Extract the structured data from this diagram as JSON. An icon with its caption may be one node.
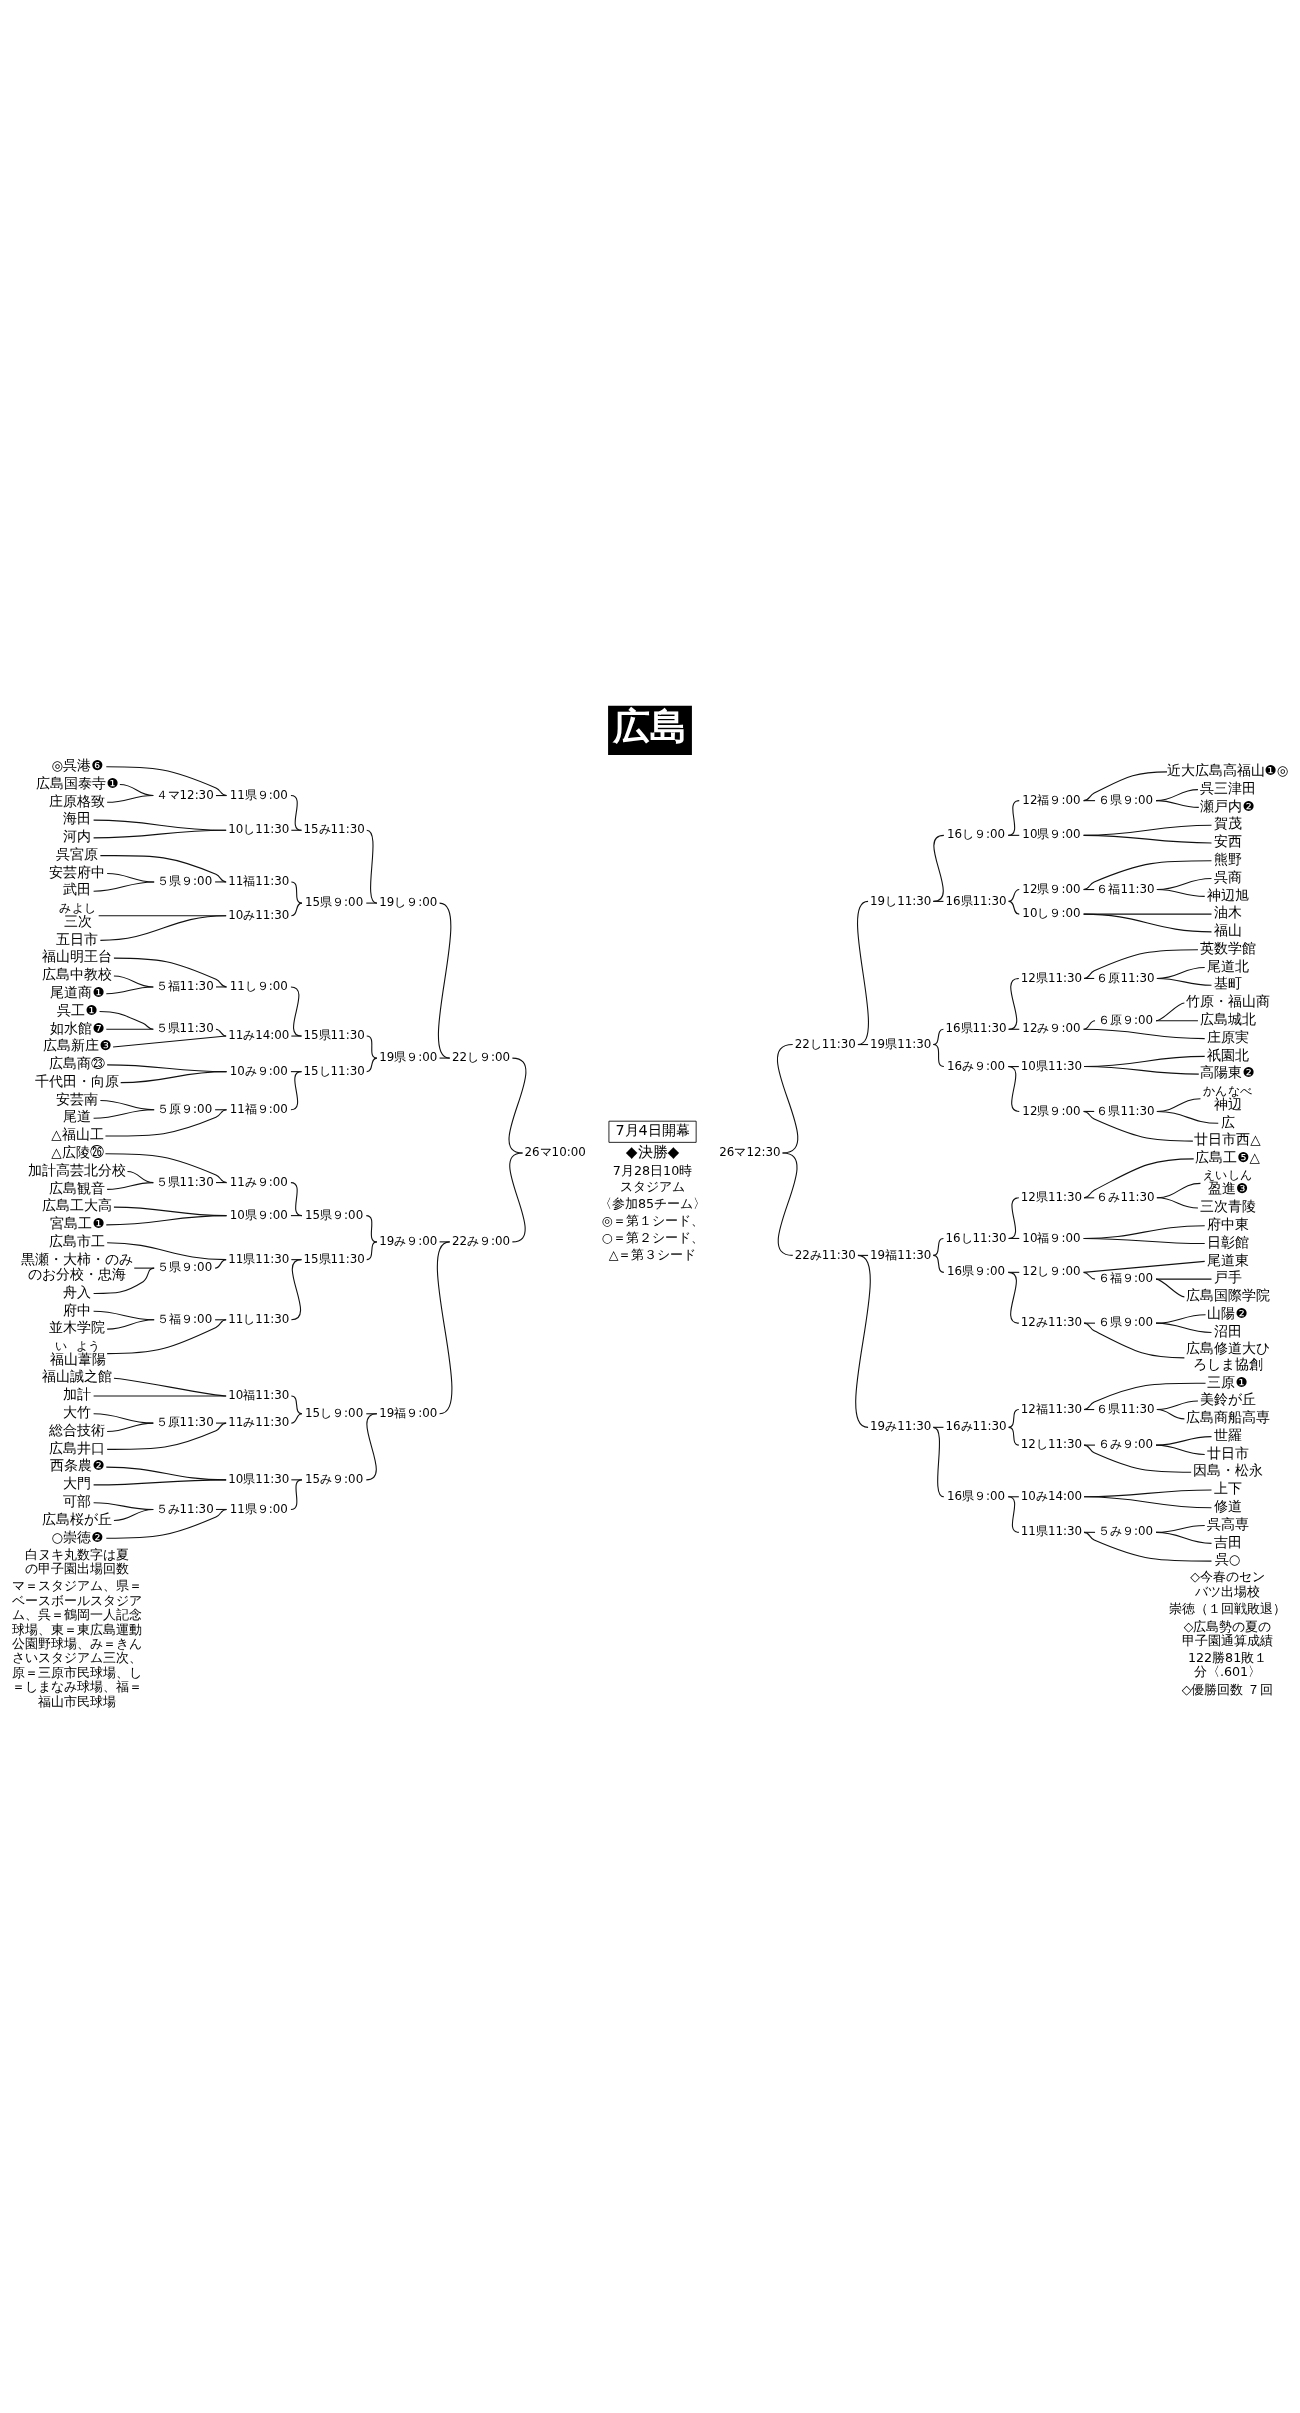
{
  "diagram": {
    "title": "広島",
    "nodes": [
      {
        "text": [
          "7月4日開幕"
        ]
      },
      {
        "text": [
          "◎呉港❻"
        ]
      },
      {
        "text": [
          "広島国泰寺❶"
        ]
      },
      {
        "text": [
          "庄原格致"
        ]
      },
      {
        "text": [
          "海田"
        ]
      },
      {
        "text": [
          "河内"
        ]
      },
      {
        "text": [
          "呉宮原"
        ]
      },
      {
        "text": [
          "安芸府中"
        ]
      },
      {
        "text": [
          "武田"
        ]
      },
      {
        "text": [
          "三次"
        ],
        "beside": [
          "み",
          "よし"
        ]
      },
      {
        "text": [
          "五日市"
        ]
      },
      {
        "text": [
          "福山明王台"
        ]
      },
      {
        "text": [
          "広島中教校"
        ]
      },
      {
        "text": [
          "尾道商❶"
        ]
      },
      {
        "text": [
          "呉工❶"
        ]
      },
      {
        "text": [
          "如水館❼"
        ]
      },
      {
        "text": [
          "広島新庄❸"
        ]
      },
      {
        "text": [
          "広島商㉓"
        ]
      },
      {
        "text": [
          "千代田・向原"
        ]
      },
      {
        "text": [
          "安芸南"
        ]
      },
      {
        "text": [
          "尾道"
        ]
      },
      {
        "text": [
          "△福山工"
        ]
      },
      {
        "text": [
          "△広陵㉖"
        ]
      },
      {
        "text": [
          "加計高芸北分校"
        ]
      },
      {
        "text": [
          "広島観音"
        ]
      },
      {
        "text": [
          "広島工大高"
        ]
      },
      {
        "text": [
          "宮島工❶"
        ]
      },
      {
        "text": [
          "広島市工"
        ]
      },
      {
        "text": [
          "黒瀬・大柿・のみのお分校・忠海"
        ]
      },
      {
        "text": [
          "舟入"
        ]
      },
      {
        "text": [
          "府中"
        ]
      },
      {
        "text": [
          "並木学院"
        ]
      },
      {
        "text": [
          "福山葦陽"
        ],
        "beside": [
          "い",
          "よう"
        ]
      },
      {
        "text": [
          "福山誠之館"
        ]
      },
      {
        "text": [
          "加計"
        ]
      },
      {
        "text": [
          "大竹"
        ]
      },
      {
        "text": [
          "総合技術"
        ]
      },
      {
        "text": [
          "広島井口"
        ]
      },
      {
        "text": [
          "西条農❷"
        ]
      },
      {
        "text": [
          "大門"
        ]
      },
      {
        "text": [
          "可部"
        ]
      },
      {
        "text": [
          "広島桜が丘"
        ]
      },
      {
        "text": [
          "○崇徳❷"
        ]
      },
      {
        "text": [
          "11県９:00"
        ]
      },
      {
        "text": [
          "４マ12:30"
        ]
      },
      {
        "text": [
          "15み11:30"
        ]
      },
      {
        "text": [
          "10し11:30"
        ]
      },
      {
        "text": [
          "19し９:00"
        ]
      },
      {
        "text": [
          "11福11:30"
        ]
      },
      {
        "text": [
          "５県９:00"
        ]
      },
      {
        "text": [
          "15県９:00"
        ]
      },
      {
        "text": [
          "10み11:30"
        ]
      },
      {
        "text": [
          "22し９:00"
        ]
      },
      {
        "text": [
          "11し９:00"
        ]
      },
      {
        "text": [
          "５福11:30"
        ]
      },
      {
        "text": [
          "15県11:30"
        ]
      },
      {
        "text": [
          "５県11:30"
        ]
      },
      {
        "text": [
          "11み14:00"
        ]
      },
      {
        "text": [
          "19県９:00"
        ]
      },
      {
        "text": [
          "10み９:00"
        ]
      },
      {
        "text": [
          "15し11:30"
        ]
      },
      {
        "text": [
          "５原９:00"
        ]
      },
      {
        "text": [
          "11福９:00"
        ]
      },
      {
        "text": [
          "26マ10:00"
        ]
      },
      {
        "text": [
          "11み９:00"
        ]
      },
      {
        "text": [
          "５県11:30"
        ]
      },
      {
        "text": [
          "15県９:00"
        ]
      },
      {
        "text": [
          "10県９:00"
        ]
      },
      {
        "text": [
          "19み９:00"
        ]
      },
      {
        "text": [
          "11県11:30"
        ]
      },
      {
        "text": [
          "５県９:00"
        ]
      },
      {
        "text": [
          "15県11:30"
        ]
      },
      {
        "text": [
          "５福９:00"
        ]
      },
      {
        "text": [
          "11し11:30"
        ]
      },
      {
        "text": [
          "22み９:00"
        ]
      },
      {
        "text": [
          "10福11:30"
        ]
      },
      {
        "text": [
          "15し９:00"
        ]
      },
      {
        "text": [
          "５原11:30"
        ]
      },
      {
        "text": [
          "11み11:30"
        ]
      },
      {
        "text": [
          "19福９:00"
        ]
      },
      {
        "text": [
          "10県11:30"
        ]
      },
      {
        "text": [
          "15み９:00"
        ]
      },
      {
        "text": [
          "５み11:30"
        ]
      },
      {
        "text": [
          "11県９:00"
        ]
      },
      {
        "text": [
          "近大広島高福山❶◎"
        ]
      },
      {
        "text": [
          "呉三津田"
        ]
      },
      {
        "text": [
          "瀬戸内❷"
        ]
      },
      {
        "text": [
          "賀茂"
        ]
      },
      {
        "text": [
          "安西"
        ]
      },
      {
        "text": [
          "熊野"
        ]
      },
      {
        "text": [
          "呉商"
        ]
      },
      {
        "text": [
          "神辺旭"
        ]
      },
      {
        "text": [
          "油木"
        ]
      },
      {
        "text": [
          "福山"
        ]
      },
      {
        "text": [
          "英数学館"
        ]
      },
      {
        "text": [
          "尾道北"
        ]
      },
      {
        "text": [
          "基町"
        ]
      },
      {
        "text": [
          "竹原・福山商"
        ]
      },
      {
        "text": [
          "広島城北"
        ]
      },
      {
        "text": [
          "庄原実"
        ]
      },
      {
        "text": [
          "祇園北"
        ]
      },
      {
        "text": [
          "高陽東❷"
        ]
      },
      {
        "text": [
          "神辺"
        ],
        "beside": [
          "かん",
          "なべ"
        ]
      },
      {
        "text": [
          "広"
        ]
      },
      {
        "text": [
          "廿日市西△"
        ]
      },
      {
        "text": [
          "広島工❺△"
        ]
      },
      {
        "text": [
          "盈進❸"
        ],
        "beside": [
          "えい",
          "しん"
        ]
      },
      {
        "text": [
          "三次青陵"
        ]
      },
      {
        "text": [
          "府中東"
        ]
      },
      {
        "text": [
          "日彰館"
        ]
      },
      {
        "text": [
          "尾道東"
        ]
      },
      {
        "text": [
          "戸手"
        ]
      },
      {
        "text": [
          "広島国際学院"
        ]
      },
      {
        "text": [
          "山陽❷"
        ]
      },
      {
        "text": [
          "沼田"
        ]
      },
      {
        "text": [
          "広島修道大ひろしま協創"
        ]
      },
      {
        "text": [
          "三原❶"
        ]
      },
      {
        "text": [
          "美鈴が丘"
        ]
      },
      {
        "text": [
          "広島商船高専"
        ]
      },
      {
        "text": [
          "世羅"
        ]
      },
      {
        "text": [
          "廿日市"
        ]
      },
      {
        "text": [
          "因島・松永"
        ]
      },
      {
        "text": [
          "上下"
        ]
      },
      {
        "text": [
          "修道"
        ]
      },
      {
        "text": [
          "呉高専"
        ]
      },
      {
        "text": [
          "吉田"
        ]
      },
      {
        "text": [
          "呉○"
        ]
      },
      {
        "text": [
          "12福９:00"
        ]
      },
      {
        "text": [
          "６県９:00"
        ]
      },
      {
        "text": [
          "16し９:00"
        ]
      },
      {
        "text": [
          "10県９:00"
        ]
      },
      {
        "text": [
          "19し11:30"
        ]
      },
      {
        "text": [
          "12県９:00"
        ]
      },
      {
        "text": [
          "６福11:30"
        ]
      },
      {
        "text": [
          "16県11:30"
        ]
      },
      {
        "text": [
          "10し９:00"
        ]
      },
      {
        "text": [
          "22し11:30"
        ]
      },
      {
        "text": [
          "12県11:30"
        ]
      },
      {
        "text": [
          "６原11:30"
        ]
      },
      {
        "text": [
          "16県11:30"
        ]
      },
      {
        "text": [
          "６原９:00"
        ]
      },
      {
        "text": [
          "12み９:00"
        ]
      },
      {
        "text": [
          "19県11:30"
        ]
      },
      {
        "text": [
          "10県11:30"
        ]
      },
      {
        "text": [
          "16み９:00"
        ]
      },
      {
        "text": [
          "６県11:30"
        ]
      },
      {
        "text": [
          "12県９:00"
        ]
      },
      {
        "text": [
          "26マ12:30"
        ]
      },
      {
        "text": [
          "12県11:30"
        ]
      },
      {
        "text": [
          "６み11:30"
        ]
      },
      {
        "text": [
          "16し11:30"
        ]
      },
      {
        "text": [
          "10福９:00"
        ]
      },
      {
        "text": [
          "19福11:30"
        ]
      },
      {
        "text": [
          "12し９:00"
        ]
      },
      {
        "text": [
          "６福９:00"
        ]
      },
      {
        "text": [
          "16県９:00"
        ]
      },
      {
        "text": [
          "６県９:00"
        ]
      },
      {
        "text": [
          "12み11:30"
        ]
      },
      {
        "text": [
          "22み11:30"
        ]
      },
      {
        "text": [
          "12福11:30"
        ]
      },
      {
        "text": [
          "６県11:30"
        ]
      },
      {
        "text": [
          "16み11:30"
        ]
      },
      {
        "text": [
          "６み９:00"
        ]
      },
      {
        "text": [
          "12し11:30"
        ]
      },
      {
        "text": [
          "19み11:30"
        ]
      },
      {
        "text": [
          "10み14:00"
        ]
      },
      {
        "text": [
          "16県９:00"
        ]
      },
      {
        "text": [
          "５み９:00"
        ]
      },
      {
        "text": [
          "11県11:30"
        ]
      }
    ],
    "edges": [
      {
        "from": 1,
        "to": 43,
        "arrow": "none"
      },
      {
        "from": 2,
        "to": 44,
        "arrow": "none"
      },
      {
        "from": 3,
        "to": 44,
        "arrow": "none"
      },
      {
        "from": 44,
        "to": 43,
        "arrow": "none"
      },
      {
        "from": 43,
        "to": 45,
        "arrow": "none"
      },
      {
        "from": 4,
        "to": 46,
        "arrow": "none"
      },
      {
        "from": 5,
        "to": 46,
        "arrow": "none"
      },
      {
        "from": 46,
        "to": 45,
        "arrow": "none"
      },
      {
        "from": 45,
        "to": 47,
        "arrow": "none"
      },
      {
        "from": 6,
        "to": 48,
        "arrow": "none"
      },
      {
        "from": 7,
        "to": 49,
        "arrow": "none"
      },
      {
        "from": 8,
        "to": 49,
        "arrow": "none"
      },
      {
        "from": 49,
        "to": 48,
        "arrow": "none"
      },
      {
        "from": 48,
        "to": 50,
        "arrow": "none"
      },
      {
        "from": 9,
        "to": 51,
        "arrow": "none"
      },
      {
        "from": 10,
        "to": 51,
        "arrow": "none"
      },
      {
        "from": 51,
        "to": 50,
        "arrow": "none"
      },
      {
        "from": 50,
        "to": 47,
        "arrow": "none"
      },
      {
        "from": 47,
        "to": 52,
        "arrow": "none"
      },
      {
        "from": 11,
        "to": 53,
        "arrow": "none"
      },
      {
        "from": 12,
        "to": 54,
        "arrow": "none"
      },
      {
        "from": 13,
        "to": 54,
        "arrow": "none"
      },
      {
        "from": 54,
        "to": 53,
        "arrow": "none"
      },
      {
        "from": 53,
        "to": 55,
        "arrow": "none"
      },
      {
        "from": 14,
        "to": 56,
        "arrow": "none"
      },
      {
        "from": 15,
        "to": 56,
        "arrow": "none"
      },
      {
        "from": 56,
        "to": 57,
        "arrow": "none"
      },
      {
        "from": 16,
        "to": 57,
        "arrow": "none"
      },
      {
        "from": 57,
        "to": 55,
        "arrow": "none"
      },
      {
        "from": 55,
        "to": 58,
        "arrow": "none"
      },
      {
        "from": 17,
        "to": 59,
        "arrow": "none"
      },
      {
        "from": 18,
        "to": 59,
        "arrow": "none"
      },
      {
        "from": 59,
        "to": 60,
        "arrow": "none"
      },
      {
        "from": 19,
        "to": 61,
        "arrow": "none"
      },
      {
        "from": 20,
        "to": 61,
        "arrow": "none"
      },
      {
        "from": 61,
        "to": 62,
        "arrow": "none"
      },
      {
        "from": 21,
        "to": 62,
        "arrow": "none"
      },
      {
        "from": 62,
        "to": 60,
        "arrow": "none"
      },
      {
        "from": 60,
        "to": 58,
        "arrow": "none"
      },
      {
        "from": 58,
        "to": 52,
        "arrow": "none"
      },
      {
        "from": 52,
        "to": 63,
        "arrow": "none"
      },
      {
        "from": 22,
        "to": 64,
        "arrow": "none"
      },
      {
        "from": 23,
        "to": 65,
        "arrow": "none"
      },
      {
        "from": 24,
        "to": 65,
        "arrow": "none"
      },
      {
        "from": 65,
        "to": 64,
        "arrow": "none"
      },
      {
        "from": 64,
        "to": 66,
        "arrow": "none"
      },
      {
        "from": 25,
        "to": 67,
        "arrow": "none"
      },
      {
        "from": 26,
        "to": 67,
        "arrow": "none"
      },
      {
        "from": 67,
        "to": 66,
        "arrow": "none"
      },
      {
        "from": 66,
        "to": 68,
        "arrow": "none"
      },
      {
        "from": 27,
        "to": 69,
        "arrow": "none"
      },
      {
        "from": 28,
        "to": 70,
        "arrow": "none"
      },
      {
        "from": 29,
        "to": 70,
        "arrow": "none"
      },
      {
        "from": 70,
        "to": 69,
        "arrow": "none"
      },
      {
        "from": 69,
        "to": 71,
        "arrow": "none"
      },
      {
        "from": 30,
        "to": 72,
        "arrow": "none"
      },
      {
        "from": 31,
        "to": 72,
        "arrow": "none"
      },
      {
        "from": 72,
        "to": 73,
        "arrow": "none"
      },
      {
        "from": 32,
        "to": 73,
        "arrow": "none"
      },
      {
        "from": 73,
        "to": 71,
        "arrow": "none"
      },
      {
        "from": 71,
        "to": 68,
        "arrow": "none"
      },
      {
        "from": 68,
        "to": 74,
        "arrow": "none"
      },
      {
        "from": 33,
        "to": 75,
        "arrow": "none"
      },
      {
        "from": 34,
        "to": 75,
        "arrow": "none"
      },
      {
        "from": 75,
        "to": 76,
        "arrow": "none"
      },
      {
        "from": 35,
        "to": 77,
        "arrow": "none"
      },
      {
        "from": 36,
        "to": 77,
        "arrow": "none"
      },
      {
        "from": 77,
        "to": 78,
        "arrow": "none"
      },
      {
        "from": 37,
        "to": 78,
        "arrow": "none"
      },
      {
        "from": 78,
        "to": 76,
        "arrow": "none"
      },
      {
        "from": 76,
        "to": 79,
        "arrow": "none"
      },
      {
        "from": 38,
        "to": 80,
        "arrow": "none"
      },
      {
        "from": 39,
        "to": 80,
        "arrow": "none"
      },
      {
        "from": 80,
        "to": 81,
        "arrow": "none"
      },
      {
        "from": 40,
        "to": 82,
        "arrow": "none"
      },
      {
        "from": 41,
        "to": 82,
        "arrow": "none"
      },
      {
        "from": 82,
        "to": 83,
        "arrow": "none"
      },
      {
        "from": 42,
        "to": 83,
        "arrow": "none"
      },
      {
        "from": 83,
        "to": 81,
        "arrow": "none"
      },
      {
        "from": 81,
        "to": 79,
        "arrow": "none"
      },
      {
        "from": 79,
        "to": 74,
        "arrow": "none"
      },
      {
        "from": 74,
        "to": 63,
        "arrow": "none"
      },
      {
        "from": 147,
        "to": 136,
        "arrow": "none"
      },
      {
        "from": 136,
        "to": 131,
        "arrow": "none"
      },
      {
        "from": 131,
        "to": 129,
        "arrow": "none"
      },
      {
        "from": 129,
        "to": 127,
        "arrow": "none"
      },
      {
        "from": 127,
        "to": 84,
        "arrow": "none"
      },
      {
        "from": 127,
        "to": 128,
        "arrow": "none"
      },
      {
        "from": 128,
        "to": 85,
        "arrow": "none"
      },
      {
        "from": 128,
        "to": 86,
        "arrow": "none"
      },
      {
        "from": 129,
        "to": 130,
        "arrow": "none"
      },
      {
        "from": 130,
        "to": 87,
        "arrow": "none"
      },
      {
        "from": 130,
        "to": 88,
        "arrow": "none"
      },
      {
        "from": 131,
        "to": 134,
        "arrow": "none"
      },
      {
        "from": 134,
        "to": 132,
        "arrow": "none"
      },
      {
        "from": 132,
        "to": 89,
        "arrow": "none"
      },
      {
        "from": 132,
        "to": 133,
        "arrow": "none"
      },
      {
        "from": 133,
        "to": 90,
        "arrow": "none"
      },
      {
        "from": 133,
        "to": 91,
        "arrow": "none"
      },
      {
        "from": 134,
        "to": 135,
        "arrow": "none"
      },
      {
        "from": 135,
        "to": 92,
        "arrow": "none"
      },
      {
        "from": 135,
        "to": 93,
        "arrow": "none"
      },
      {
        "from": 136,
        "to": 142,
        "arrow": "none"
      },
      {
        "from": 142,
        "to": 139,
        "arrow": "none"
      },
      {
        "from": 139,
        "to": 137,
        "arrow": "none"
      },
      {
        "from": 137,
        "to": 94,
        "arrow": "none"
      },
      {
        "from": 137,
        "to": 138,
        "arrow": "none"
      },
      {
        "from": 138,
        "to": 95,
        "arrow": "none"
      },
      {
        "from": 138,
        "to": 96,
        "arrow": "none"
      },
      {
        "from": 139,
        "to": 141,
        "arrow": "none"
      },
      {
        "from": 141,
        "to": 140,
        "arrow": "none"
      },
      {
        "from": 140,
        "to": 97,
        "arrow": "none"
      },
      {
        "from": 140,
        "to": 98,
        "arrow": "none"
      },
      {
        "from": 141,
        "to": 99,
        "arrow": "none"
      },
      {
        "from": 142,
        "to": 144,
        "arrow": "none"
      },
      {
        "from": 144,
        "to": 143,
        "arrow": "none"
      },
      {
        "from": 143,
        "to": 100,
        "arrow": "none"
      },
      {
        "from": 143,
        "to": 101,
        "arrow": "none"
      },
      {
        "from": 144,
        "to": 146,
        "arrow": "none"
      },
      {
        "from": 146,
        "to": 145,
        "arrow": "none"
      },
      {
        "from": 145,
        "to": 102,
        "arrow": "none"
      },
      {
        "from": 145,
        "to": 103,
        "arrow": "none"
      },
      {
        "from": 146,
        "to": 104,
        "arrow": "none"
      },
      {
        "from": 147,
        "to": 158,
        "arrow": "none"
      },
      {
        "from": 158,
        "to": 152,
        "arrow": "none"
      },
      {
        "from": 152,
        "to": 150,
        "arrow": "none"
      },
      {
        "from": 150,
        "to": 148,
        "arrow": "none"
      },
      {
        "from": 148,
        "to": 105,
        "arrow": "none"
      },
      {
        "from": 148,
        "to": 149,
        "arrow": "none"
      },
      {
        "from": 149,
        "to": 106,
        "arrow": "none"
      },
      {
        "from": 149,
        "to": 107,
        "arrow": "none"
      },
      {
        "from": 150,
        "to": 151,
        "arrow": "none"
      },
      {
        "from": 151,
        "to": 108,
        "arrow": "none"
      },
      {
        "from": 151,
        "to": 109,
        "arrow": "none"
      },
      {
        "from": 152,
        "to": 155,
        "arrow": "none"
      },
      {
        "from": 155,
        "to": 153,
        "arrow": "none"
      },
      {
        "from": 153,
        "to": 110,
        "arrow": "none"
      },
      {
        "from": 153,
        "to": 154,
        "arrow": "none"
      },
      {
        "from": 154,
        "to": 111,
        "arrow": "none"
      },
      {
        "from": 154,
        "to": 112,
        "arrow": "none"
      },
      {
        "from": 155,
        "to": 157,
        "arrow": "none"
      },
      {
        "from": 157,
        "to": 156,
        "arrow": "none"
      },
      {
        "from": 156,
        "to": 113,
        "arrow": "none"
      },
      {
        "from": 156,
        "to": 114,
        "arrow": "none"
      },
      {
        "from": 157,
        "to": 115,
        "arrow": "none"
      },
      {
        "from": 158,
        "to": 164,
        "arrow": "none"
      },
      {
        "from": 164,
        "to": 161,
        "arrow": "none"
      },
      {
        "from": 161,
        "to": 159,
        "arrow": "none"
      },
      {
        "from": 159,
        "to": 116,
        "arrow": "none"
      },
      {
        "from": 159,
        "to": 160,
        "arrow": "none"
      },
      {
        "from": 160,
        "to": 117,
        "arrow": "none"
      },
      {
        "from": 160,
        "to": 118,
        "arrow": "none"
      },
      {
        "from": 161,
        "to": 163,
        "arrow": "none"
      },
      {
        "from": 163,
        "to": 162,
        "arrow": "none"
      },
      {
        "from": 162,
        "to": 119,
        "arrow": "none"
      },
      {
        "from": 162,
        "to": 120,
        "arrow": "none"
      },
      {
        "from": 163,
        "to": 121,
        "arrow": "none"
      },
      {
        "from": 164,
        "to": 166,
        "arrow": "none"
      },
      {
        "from": 166,
        "to": 165,
        "arrow": "none"
      },
      {
        "from": 165,
        "to": 122,
        "arrow": "none"
      },
      {
        "from": 165,
        "to": 123,
        "arrow": "none"
      },
      {
        "from": 166,
        "to": 168,
        "arrow": "none"
      },
      {
        "from": 168,
        "to": 167,
        "arrow": "none"
      },
      {
        "from": 167,
        "to": 124,
        "arrow": "none"
      },
      {
        "from": 167,
        "to": 125,
        "arrow": "none"
      },
      {
        "from": 168,
        "to": 126,
        "arrow": "none"
      }
    ],
    "labels": [
      "◆決勝◆",
      "7月28日10時",
      "スタジアム",
      "〈参加85チーム〉",
      "◎＝第１シード、",
      "○＝第２シード、",
      "△＝第３シード",
      "白ヌキ丸数字は夏の甲子園出場回数",
      "マ＝スタジアム、県＝ベースボールスタジアム、呉＝鶴岡一人記念球場、東＝東広島運動公園野球場、み＝きんさいスタジアム三次、原＝三原市民球場、し＝しまなみ球場、福＝福山市民球場",
      "◇今春のセンバツ出場校",
      "崇徳（１回戦敗退）",
      "◇広島勢の夏の甲子園通算成績",
      "122勝81敗１分〈.601〉",
      "◇優勝回数 ７回"
    ]
  }
}
